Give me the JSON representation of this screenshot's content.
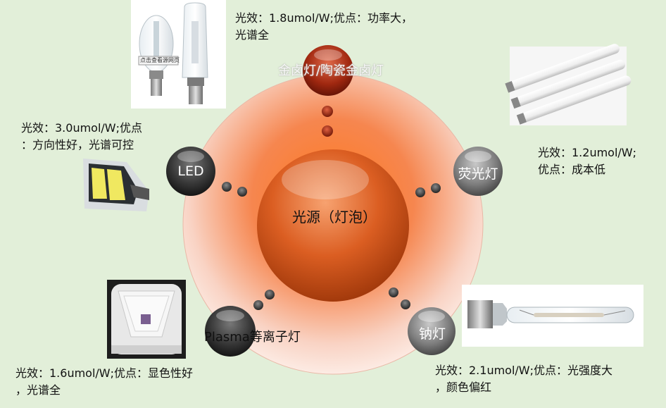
{
  "center": {
    "label": "光源（灯泡）"
  },
  "nodes": {
    "metal_halide": {
      "label": "金卤灯/陶瓷金卤灯",
      "text": "光效：1.8umol/W;优点：功率大，\n光谱全",
      "photo_caption": "点击查看源网页"
    },
    "led": {
      "label": "LED",
      "text": "光效：3.0umol/W;优点\n：方向性好，光谱可控"
    },
    "fluorescent": {
      "label": "荧光灯",
      "text": "光效：1.2umol/W;\n优点：成本低"
    },
    "plasma": {
      "label": "Plasma等离子灯",
      "text": "光效：1.6umol/W;优点：显色性好\n，光谱全"
    },
    "sodium": {
      "label": "钠灯",
      "text": "光效：2.1umol/W;优点：光强度大\n，颜色偏红"
    }
  },
  "colors": {
    "background": "#e2efd9",
    "outer_ring": "#f08050",
    "center_sphere": "#c84a12",
    "node_dark": "#2a2a2a",
    "node_red": "#b02810"
  }
}
